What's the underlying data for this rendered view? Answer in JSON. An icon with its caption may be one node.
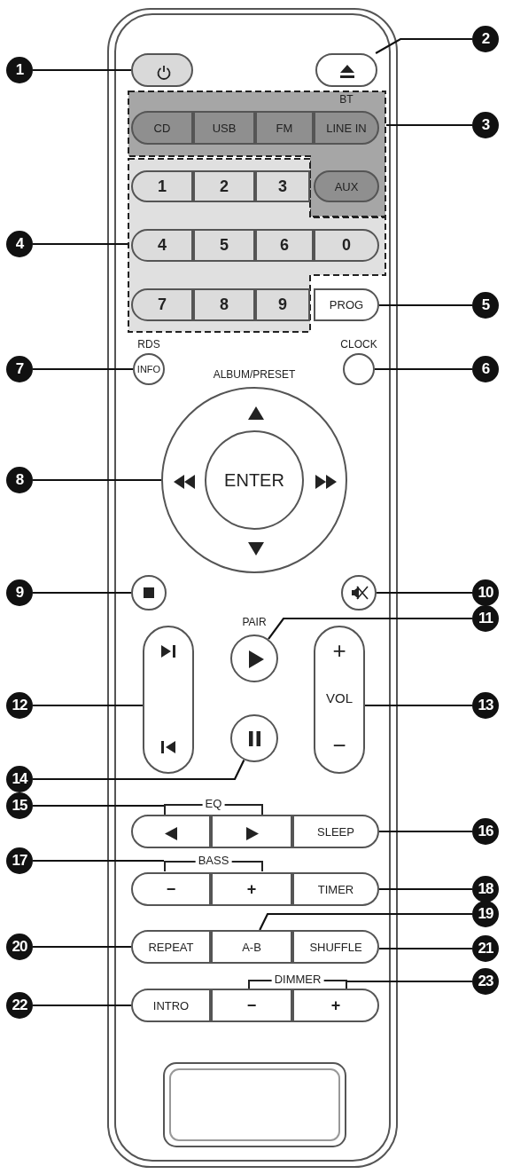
{
  "diagram": {
    "nodes": [
      {
        "text": [
          "2"
        ]
      },
      {
        "text": [
          "1"
        ]
      },
      {
        "text": [],
        "shape": "box"
      },
      {
        "text": [],
        "shape": "box"
      },
      {
        "text": [
          "3"
        ]
      },
      {
        "text": [],
        "shape": "box"
      },
      {
        "text": [
          "CD"
        ],
        "in": 5
      },
      {
        "text": [
          "USB"
        ],
        "in": 5
      },
      {
        "text": [
          "FM"
        ],
        "in": 5
      },
      {
        "text": [
          "BT",
          "LINE IN"
        ],
        "in": 5
      },
      {
        "text": [
          "AUX"
        ],
        "in": 5
      },
      {
        "text": [],
        "shape": "box"
      },
      {
        "text": [
          "1"
        ],
        "in": 11
      },
      {
        "text": [
          "2"
        ],
        "in": 11
      },
      {
        "text": [
          "3"
        ],
        "in": 11
      },
      {
        "text": [
          "4"
        ]
      },
      {
        "text": [
          "4"
        ],
        "in": 11
      },
      {
        "text": [
          "5"
        ],
        "in": 11
      },
      {
        "text": [
          "6"
        ],
        "in": 11
      },
      {
        "text": [
          "0"
        ],
        "in": 11
      },
      {
        "text": [
          "7"
        ],
        "in": 11
      },
      {
        "text": [
          "8"
        ],
        "in": 11
      },
      {
        "text": [
          "9"
        ],
        "in": 11
      },
      {
        "text": [
          "PROG"
        ]
      },
      {
        "text": [
          "5"
        ]
      },
      {
        "text": [
          "7"
        ]
      },
      {
        "text": [
          "RDS",
          "INFO"
        ]
      },
      {
        "text": [
          "CLOCK"
        ]
      },
      {
        "text": [
          "6"
        ]
      },
      {
        "text": [
          "ALBUM/PRESET"
        ]
      },
      {
        "text": [
          "ENTER"
        ],
        "in": 29
      },
      {
        "text": [
          "8"
        ]
      },
      {
        "text": [
          "9"
        ]
      },
      {
        "text": [],
        "shape": "circle"
      },
      {
        "text": [],
        "shape": "circle"
      },
      {
        "text": [
          "10"
        ]
      },
      {
        "text": [
          "11"
        ]
      },
      {
        "text": [
          "PAIR"
        ]
      },
      {
        "text": [],
        "shape": "box"
      },
      {
        "text": [
          "+",
          "VOL",
          "−"
        ]
      },
      {
        "text": [
          "12"
        ]
      },
      {
        "text": [
          "13"
        ]
      },
      {
        "text": [],
        "shape": "circle"
      },
      {
        "text": [
          "14"
        ]
      },
      {
        "text": [
          "15"
        ]
      },
      {
        "text": [
          "EQ"
        ]
      },
      {
        "text": [],
        "shape": "box"
      },
      {
        "text": [],
        "shape": "box"
      },
      {
        "text": [
          "SLEEP"
        ]
      },
      {
        "text": [
          "16"
        ]
      },
      {
        "text": [
          "17"
        ]
      },
      {
        "text": [
          "BASS"
        ]
      },
      {
        "text": [
          "−"
        ]
      },
      {
        "text": [
          "+"
        ]
      },
      {
        "text": [
          "TIMER"
        ]
      },
      {
        "text": [
          "18"
        ]
      },
      {
        "text": [
          "19"
        ]
      },
      {
        "text": [
          "20"
        ]
      },
      {
        "text": [
          "REPEAT"
        ]
      },
      {
        "text": [
          "A-B"
        ]
      },
      {
        "text": [
          "SHUFFLE"
        ]
      },
      {
        "text": [
          "21"
        ]
      },
      {
        "text": [
          "23"
        ]
      },
      {
        "text": [
          "DIMMER"
        ]
      },
      {
        "text": [
          "22"
        ]
      },
      {
        "text": [
          "INTRO"
        ]
      },
      {
        "text": [
          "−"
        ]
      },
      {
        "text": [
          "+"
        ]
      }
    ],
    "edges": [
      {
        "from": 1,
        "to": 2,
        "arrow": "none"
      },
      {
        "from": 0,
        "to": 3,
        "arrow": "none"
      },
      {
        "from": 4,
        "to": 5,
        "arrow": "none"
      },
      {
        "from": 15,
        "to": 11,
        "arrow": "none"
      },
      {
        "from": 24,
        "to": 23,
        "arrow": "none"
      },
      {
        "from": 28,
        "to": 27,
        "arrow": "none"
      },
      {
        "from": 25,
        "to": 26,
        "arrow": "none"
      },
      {
        "from": 31,
        "to": 29,
        "arrow": "none"
      },
      {
        "from": 32,
        "to": 33,
        "arrow": "none"
      },
      {
        "from": 35,
        "to": 34,
        "arrow": "none"
      },
      {
        "from": 36,
        "to": 37,
        "arrow": "none"
      },
      {
        "from": 40,
        "to": 38,
        "arrow": "none"
      },
      {
        "from": 41,
        "to": 39,
        "arrow": "none"
      },
      {
        "from": 43,
        "to": 42,
        "arrow": "none"
      },
      {
        "from": 44,
        "to": 45,
        "arrow": "none"
      },
      {
        "from": 49,
        "to": 48,
        "arrow": "none"
      },
      {
        "from": 50,
        "to": 51,
        "arrow": "none"
      },
      {
        "from": 55,
        "to": 54,
        "arrow": "none"
      },
      {
        "from": 56,
        "to": 59,
        "arrow": "none"
      },
      {
        "from": 57,
        "to": 58,
        "arrow": "none"
      },
      {
        "from": 61,
        "to": 60,
        "arrow": "none"
      },
      {
        "from": 64,
        "to": 65,
        "arrow": "none"
      },
      {
        "from": 62,
        "to": 63,
        "arrow": "none"
      }
    ]
  }
}
